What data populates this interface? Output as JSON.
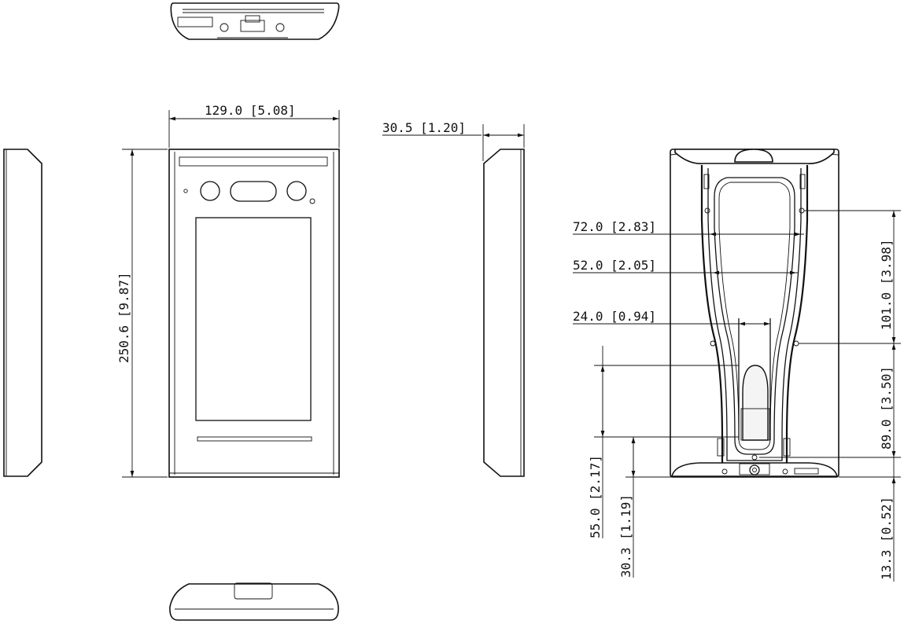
{
  "dimensions": {
    "width": "129.0 [5.08]",
    "height": "250.6 [9.87]",
    "depth": "30.5 [1.20]",
    "bracket_width_outer": "72.0 [2.83]",
    "bracket_width_inner": "52.0 [2.05]",
    "bracket_slot": "24.0 [0.94]",
    "bracket_upper_hole_spacing": "101.0 [3.98]",
    "bracket_lower_hole_spacing": "89.0 [3.50]",
    "bracket_bottom_offset": "13.3 [0.52]",
    "bracket_slot_height": "55.0 [2.17]",
    "bracket_slot_offset": "30.3 [1.19]"
  }
}
